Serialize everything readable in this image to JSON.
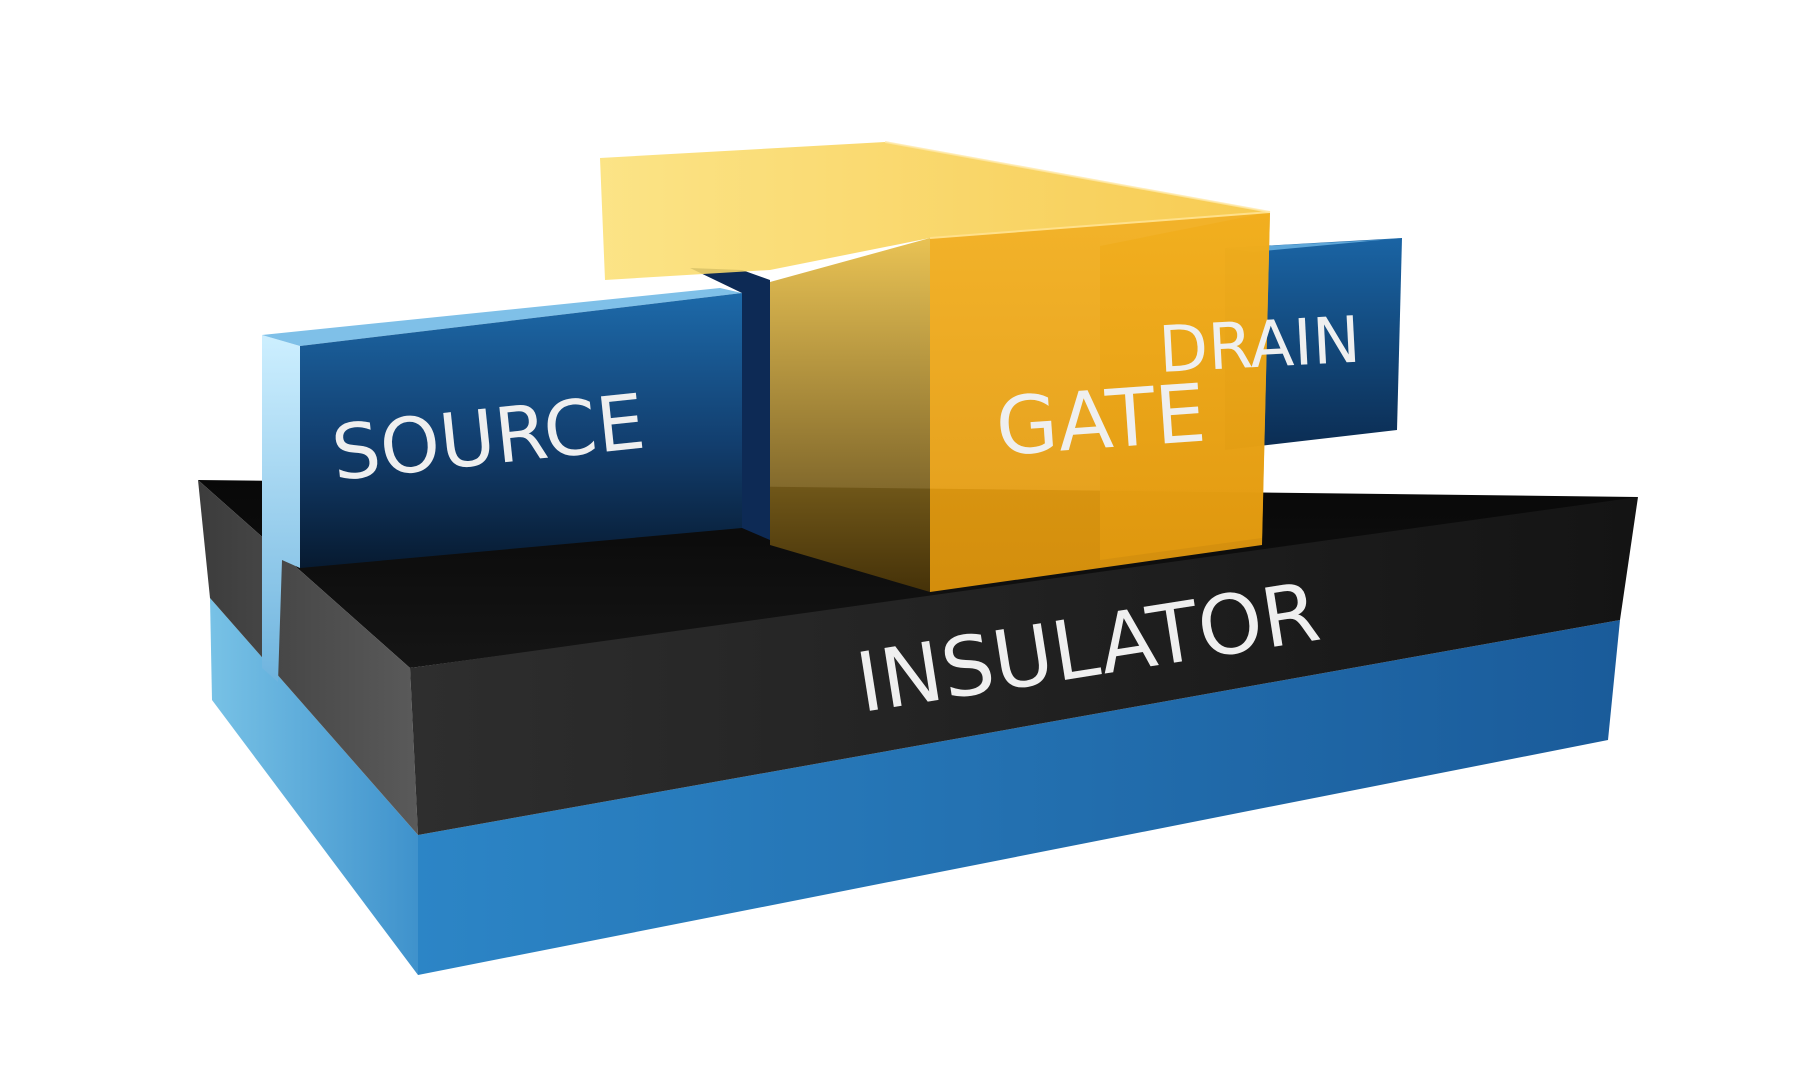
{
  "diagram": {
    "labels": {
      "source": "SOURCE",
      "gate": "GATE",
      "drain": "DRAIN",
      "insulator": "INSULATOR"
    },
    "colors": {
      "substrate": "#2a78b8",
      "insulator": "#1c1c1c",
      "fin": "#1a5a98",
      "gate": "#f0a818",
      "label_text": "#efefef",
      "drain_label_through_gate": "#f5b21c",
      "background": "#ffffff"
    }
  }
}
